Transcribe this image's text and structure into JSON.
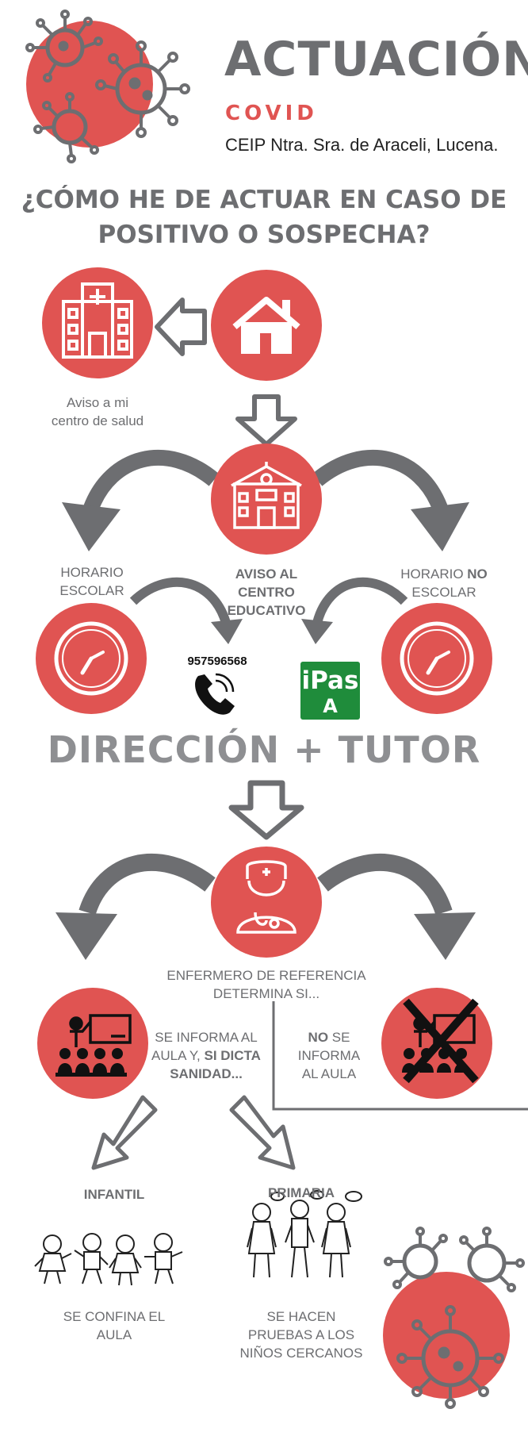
{
  "header": {
    "title": "ACTUACIÓN",
    "subtitle": "COVID",
    "school": "CEIP Ntra. Sra. de Araceli, Lucena.",
    "question_line1": "¿CÓMO HE DE ACTUAR EN CASO DE",
    "question_line2": "POSITIVO O SOSPECHA?"
  },
  "flow": {
    "health_center_line1": "Aviso a mi",
    "health_center_line2": "centro de salud",
    "school_hours_line1": "HORARIO",
    "school_hours_line2": "ESCOLAR",
    "notice_line1": "AVISO AL",
    "notice_line2": "CENTRO",
    "notice_line3": "EDUCATIVO",
    "non_school_line1_a": "HORARIO ",
    "non_school_line1_b": "NO",
    "non_school_line2": "ESCOLAR",
    "phone": "957596568",
    "ipasen_line1": "iPas",
    "ipasen_line2": "A",
    "direction": "DIRECCIÓN + TUTOR",
    "nurse_line1": "ENFERMERO DE REFERENCIA",
    "nurse_line2": "DETERMINA SI...",
    "inform_line1": "SE INFORMA AL",
    "inform_line2_a": "AULA Y, ",
    "inform_line2_b": "SI DICTA",
    "inform_line3": "SANIDAD...",
    "no_inform_line1_a": "NO",
    "no_inform_line1_b": " SE INFORMA",
    "no_inform_line2": "AL AULA",
    "infantil": "INFANTIL",
    "primaria": "PRIMARIA",
    "infantil_result_line1": "SE CONFINA EL",
    "infantil_result_line2": "AULA",
    "primaria_result_line1": "SE HACEN",
    "primaria_result_line2": "PRUEBAS A LOS",
    "primaria_result_line3": "NIÑOS CERCANOS"
  },
  "colors": {
    "red": "#e05452",
    "gray": "#6d6e71",
    "ipasen_green": "#1f8c3b"
  }
}
